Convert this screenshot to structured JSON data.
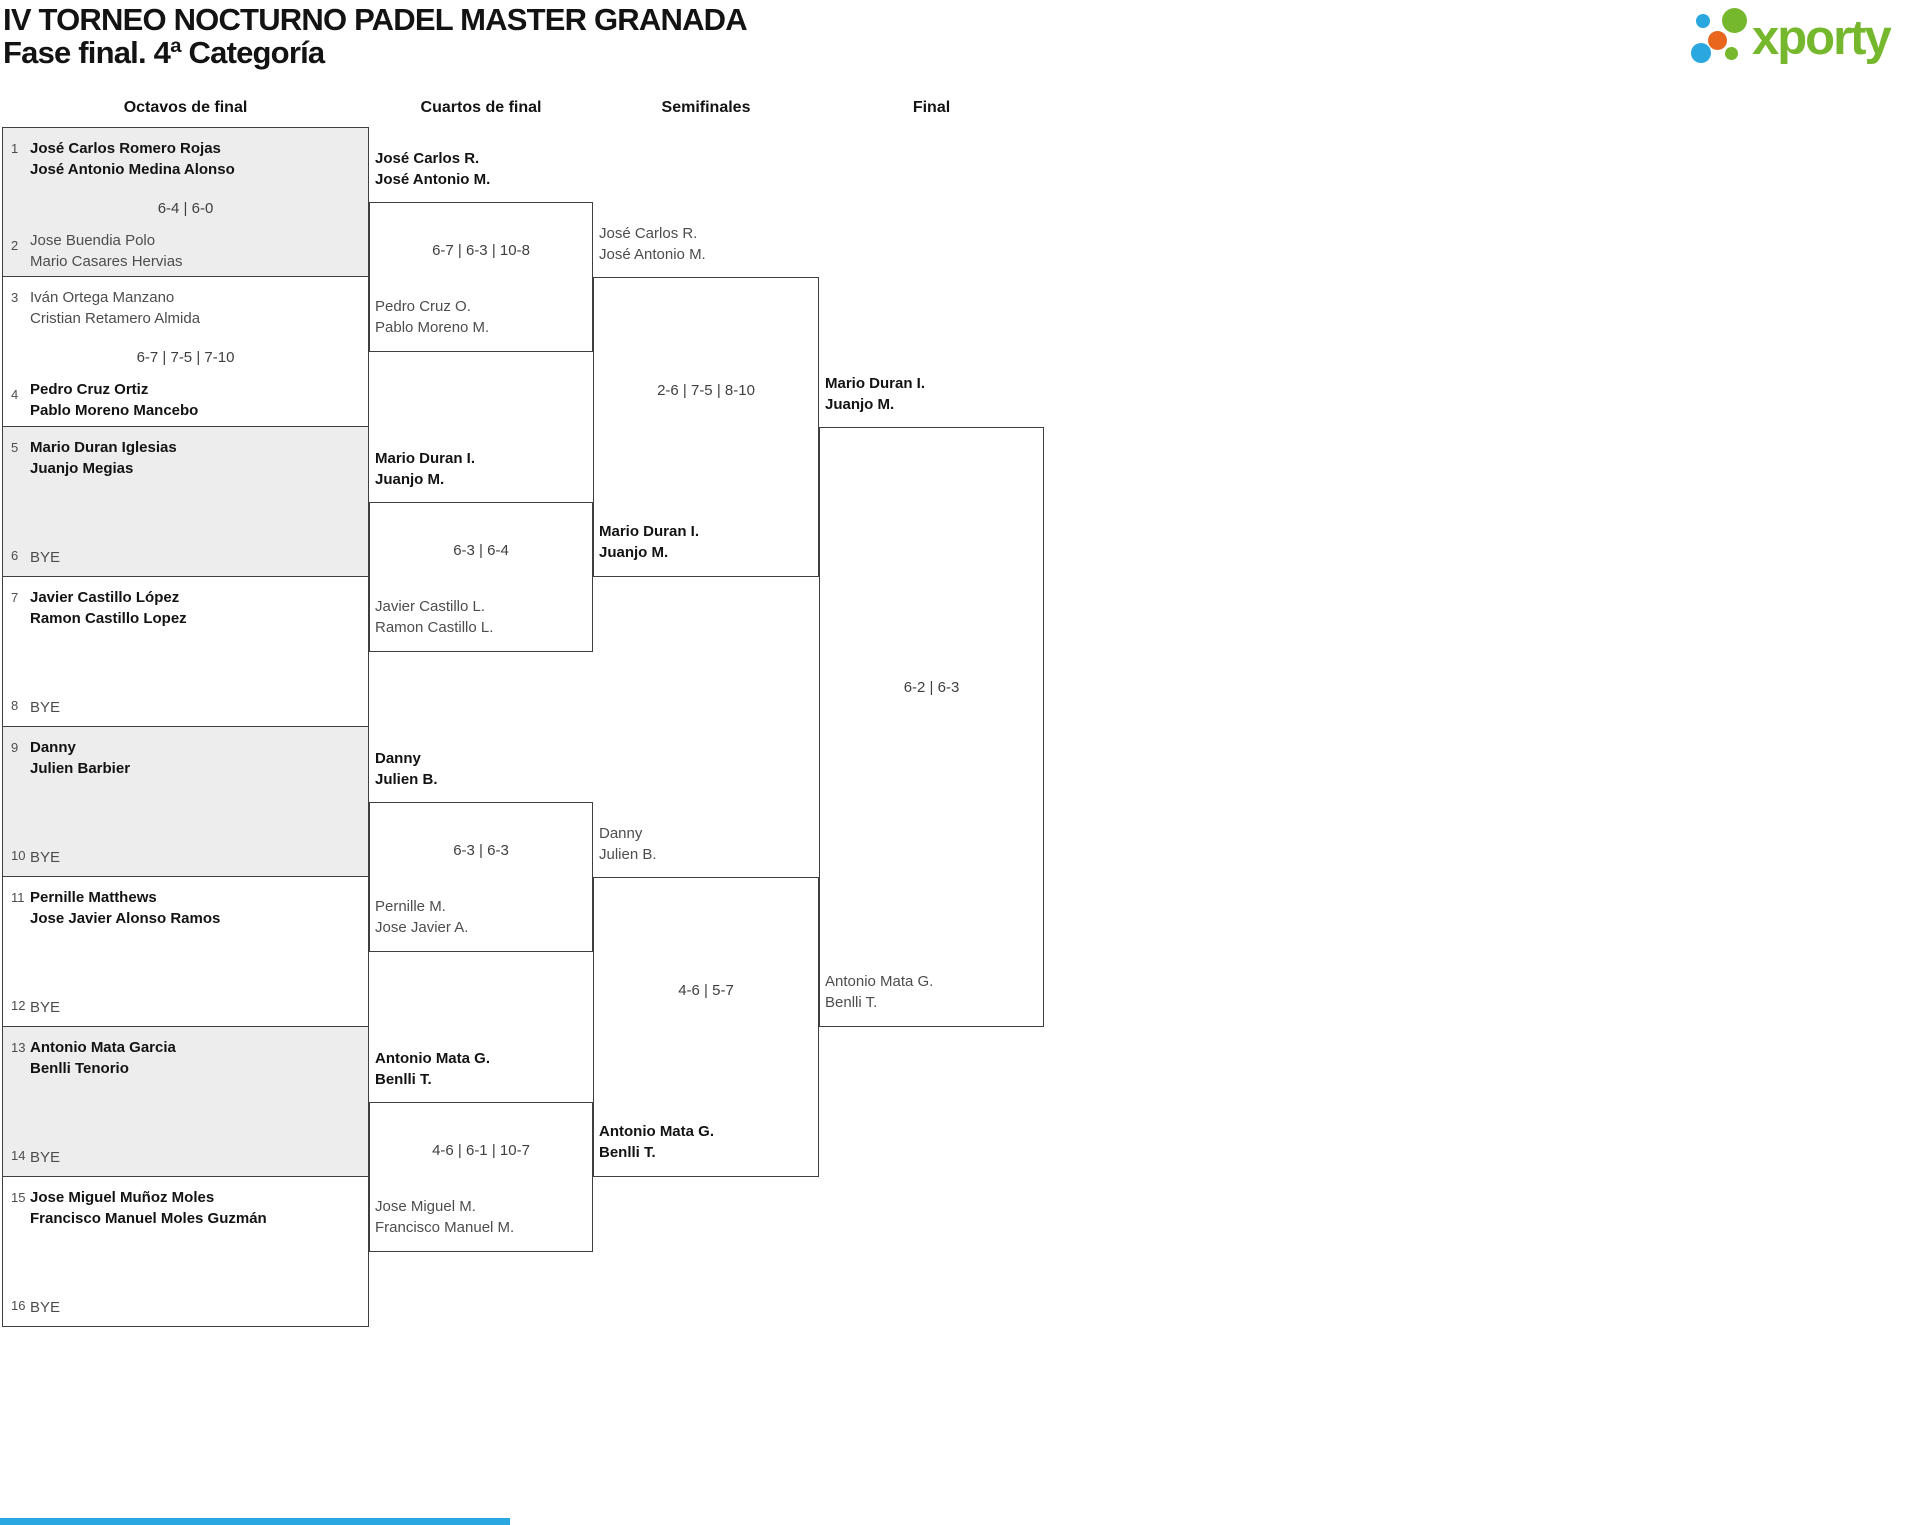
{
  "header": {
    "title_line1": "IV TORNEO NOCTURNO PADEL MASTER GRANADA",
    "title_line2": "Fase final. 4ª Categoría"
  },
  "logo": {
    "brand": "xporty",
    "colors": {
      "green": "#76b82d",
      "blue": "#2aa7df",
      "orange": "#e8671d"
    }
  },
  "colors": {
    "grid": "#3f3f3f",
    "shaded_row": "#ededed",
    "text_muted": "#4d4d4d",
    "text_strong": "#131313",
    "footer_bar": "#2aa7df"
  },
  "rounds": [
    "Octavos de final",
    "Cuartos de final",
    "Semifinales",
    "Final"
  ],
  "octavos_matches": [
    {
      "score": "6-4 | 6-0",
      "top": {
        "seed": "1",
        "lines": [
          "José Carlos Romero Rojas",
          "José Antonio Medina Alonso"
        ],
        "winner": true,
        "bye": false
      },
      "bottom": {
        "seed": "2",
        "lines": [
          "Jose Buendia Polo",
          "Mario Casares Hervias"
        ],
        "winner": false,
        "bye": false
      }
    },
    {
      "score": "6-7 | 7-5 | 7-10",
      "top": {
        "seed": "3",
        "lines": [
          "Iván Ortega Manzano",
          "Cristian Retamero Almida"
        ],
        "winner": false,
        "bye": false
      },
      "bottom": {
        "seed": "4",
        "lines": [
          "Pedro Cruz Ortiz",
          "Pablo Moreno Mancebo"
        ],
        "winner": true,
        "bye": false
      }
    },
    {
      "score": "",
      "top": {
        "seed": "5",
        "lines": [
          "Mario Duran Iglesias",
          "Juanjo Megias"
        ],
        "winner": true,
        "bye": false
      },
      "bottom": {
        "seed": "6",
        "lines": [
          "BYE"
        ],
        "winner": false,
        "bye": true
      }
    },
    {
      "score": "",
      "top": {
        "seed": "7",
        "lines": [
          "Javier Castillo López",
          "Ramon Castillo Lopez"
        ],
        "winner": true,
        "bye": false
      },
      "bottom": {
        "seed": "8",
        "lines": [
          "BYE"
        ],
        "winner": false,
        "bye": true
      }
    },
    {
      "score": "",
      "top": {
        "seed": "9",
        "lines": [
          "Danny",
          "Julien Barbier"
        ],
        "winner": true,
        "bye": false
      },
      "bottom": {
        "seed": "10",
        "lines": [
          "BYE"
        ],
        "winner": false,
        "bye": true
      }
    },
    {
      "score": "",
      "top": {
        "seed": "11",
        "lines": [
          "Pernille Matthews",
          "Jose Javier Alonso Ramos"
        ],
        "winner": true,
        "bye": false
      },
      "bottom": {
        "seed": "12",
        "lines": [
          "BYE"
        ],
        "winner": false,
        "bye": true
      }
    },
    {
      "score": "",
      "top": {
        "seed": "13",
        "lines": [
          "Antonio Mata Garcia",
          "Benlli Tenorio"
        ],
        "winner": true,
        "bye": false
      },
      "bottom": {
        "seed": "14",
        "lines": [
          "BYE"
        ],
        "winner": false,
        "bye": true
      }
    },
    {
      "score": "",
      "top": {
        "seed": "15",
        "lines": [
          "Jose Miguel Muñoz Moles",
          "Francisco Manuel Moles Guzmán"
        ],
        "winner": true,
        "bye": false
      },
      "bottom": {
        "seed": "16",
        "lines": [
          "BYE"
        ],
        "winner": false,
        "bye": true
      }
    }
  ],
  "cuartos_matches": [
    {
      "score": "6-7 | 6-3 | 10-8",
      "top": {
        "lines": [
          "José Carlos R.",
          "José Antonio M."
        ],
        "winner": true
      },
      "bottom": {
        "lines": [
          "Pedro Cruz O.",
          "Pablo Moreno M."
        ],
        "winner": false
      }
    },
    {
      "score": "6-3 | 6-4",
      "top": {
        "lines": [
          "Mario Duran I.",
          "Juanjo M."
        ],
        "winner": true
      },
      "bottom": {
        "lines": [
          "Javier Castillo L.",
          "Ramon Castillo L."
        ],
        "winner": false
      }
    },
    {
      "score": "6-3 | 6-3",
      "top": {
        "lines": [
          "Danny",
          "Julien B."
        ],
        "winner": true
      },
      "bottom": {
        "lines": [
          "Pernille M.",
          "Jose Javier A."
        ],
        "winner": false
      }
    },
    {
      "score": "4-6 | 6-1 | 10-7",
      "top": {
        "lines": [
          "Antonio Mata G.",
          "Benlli T."
        ],
        "winner": true
      },
      "bottom": {
        "lines": [
          "Jose Miguel M.",
          "Francisco Manuel M."
        ],
        "winner": false
      }
    }
  ],
  "semifinal_matches": [
    {
      "score": "2-6 | 7-5 | 8-10",
      "top": {
        "lines": [
          "José Carlos R.",
          "José Antonio M."
        ],
        "winner": false
      },
      "bottom": {
        "lines": [
          "Mario Duran I.",
          "Juanjo M."
        ],
        "winner": true
      }
    },
    {
      "score": "4-6 | 5-7",
      "top": {
        "lines": [
          "Danny",
          "Julien B."
        ],
        "winner": false
      },
      "bottom": {
        "lines": [
          "Antonio Mata G.",
          "Benlli T."
        ],
        "winner": true
      }
    }
  ],
  "final_match": {
    "score": "6-2 | 6-3",
    "top": {
      "lines": [
        "Mario Duran I.",
        "Juanjo M."
      ],
      "winner": true
    },
    "bottom": {
      "lines": [
        "Antonio Mata G.",
        "Benlli T."
      ],
      "winner": false
    }
  }
}
